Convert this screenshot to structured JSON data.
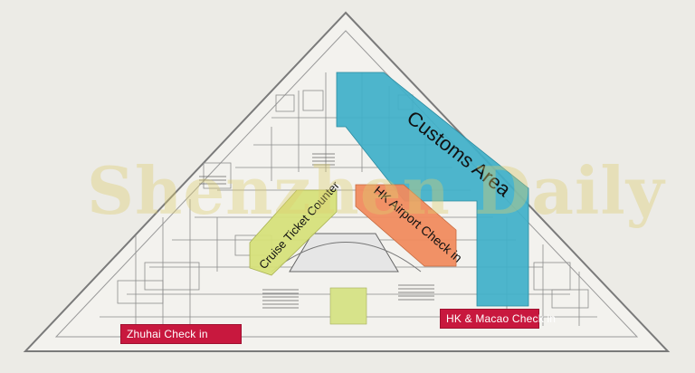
{
  "watermark": "Shenzhen Daily",
  "zones": {
    "customs_area": {
      "label": "Customs Area",
      "color": "#3fb0c9"
    },
    "hk_airport_checkin": {
      "label": "HK Airport Check in",
      "color": "#f08b5e"
    },
    "cruise_ticket_counter": {
      "label": "Cruise Ticket Counter",
      "color": "#d6e07a"
    },
    "plaza_green": {
      "color": "#d7e38a"
    }
  },
  "badges": {
    "zhuhai_checkin": {
      "label": "Zhuhai Check in",
      "color": "#c8183e"
    },
    "hk_macao_checkin": {
      "label": "HK & Macao Check in",
      "color": "#c8183e"
    }
  }
}
